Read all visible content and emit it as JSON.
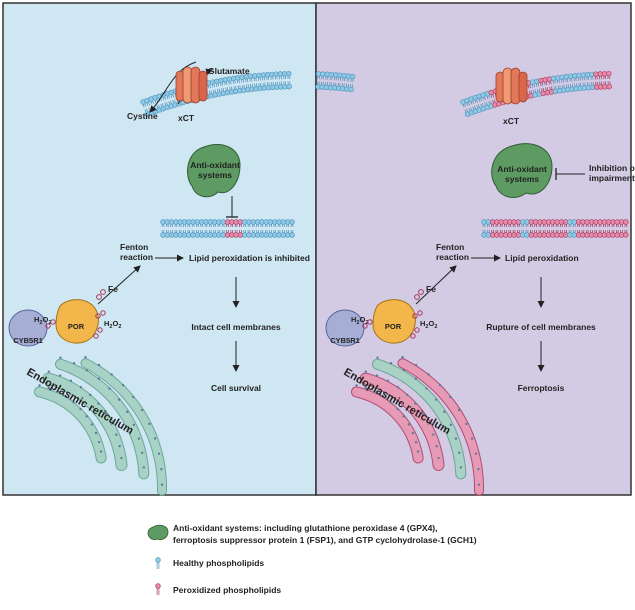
{
  "panels": {
    "left": {
      "bg": "#cfe6f3",
      "glutamate": "Glutamate",
      "cystine": "Cystine",
      "xct": "xCT",
      "antioxidant": [
        "Anti-oxidant",
        "systems"
      ],
      "fenton": [
        "Fenton",
        "reaction"
      ],
      "lipid": "Lipid peroxidation is inhibited",
      "step2": "Intact cell membranes",
      "step3": "Cell survival",
      "fe": "Fe",
      "h2o2": "H",
      "h2o2_sub": "2",
      "h2o2_o": "O",
      "por": "POR",
      "cyb5r1": "CYB5R1",
      "er": "Endoplasmic reticulum"
    },
    "right": {
      "bg": "#d3cbe4",
      "xct": "xCT",
      "antioxidant": [
        "Anti-oxidant",
        "systems"
      ],
      "inhibition": [
        "Inhibition or",
        "impairment"
      ],
      "fenton": [
        "Fenton",
        "reaction"
      ],
      "lipid": "Lipid peroxidation",
      "step2": "Rupture of cell membranes",
      "step3": "Ferroptosis",
      "fe": "Fe",
      "por": "POR",
      "cyb5r1": "CYB5R1",
      "er": "Endoplasmic reticulum"
    }
  },
  "legend": {
    "antioxidant_line1": "Anti-oxidant systems: including glutathione peroxidase 4 (GPX4),",
    "antioxidant_line2": "ferroptosis suppressor protein 1 (FSP1), and GTP cyclohydrolase-1 (GCH1)",
    "healthy": "Healthy phospholipids",
    "peroxidized": "Peroxidized phospholipids"
  },
  "colors": {
    "healthy": "#8fc8e4",
    "healthy_stroke": "#4a90b8",
    "peroxidized": "#e58aa8",
    "peroxidized_stroke": "#a8365e",
    "antioxidant": "#5d9b62",
    "por": "#f2b64a",
    "cyb5r1": "#a6aed6",
    "er_healthy": "#a9d2c6",
    "er_peroxidized": "#e79ab6",
    "xct": "#e2785a"
  }
}
